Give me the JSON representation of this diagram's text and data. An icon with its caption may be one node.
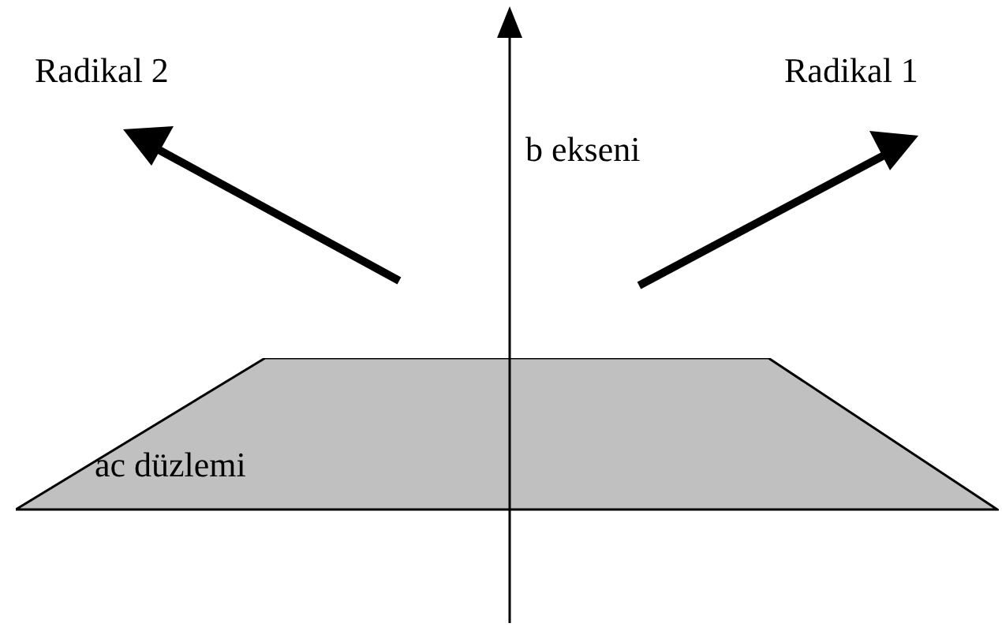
{
  "diagram": {
    "nodes": [
      {
        "text": [
          "ac düzlemi"
        ]
      }
    ],
    "edges": [],
    "labels": [
      "Radikal 2",
      "Radikal 1",
      "b ekseni"
    ]
  }
}
